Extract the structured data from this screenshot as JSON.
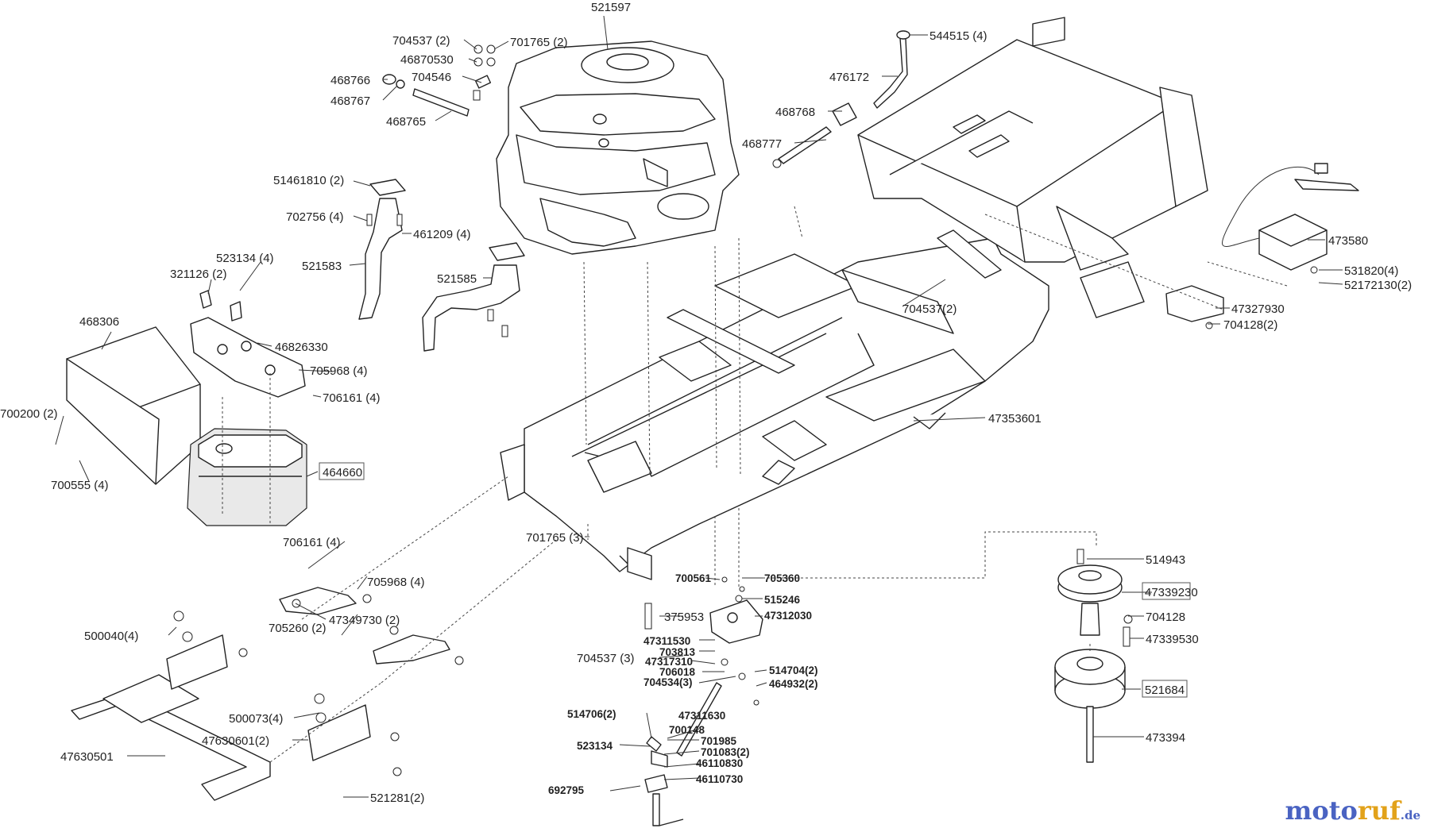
{
  "labels": {
    "l521597": "521597",
    "l704537_2a": "704537 (2)",
    "l701765_2": "701765 (2)",
    "l46870530": "46870530",
    "l704546": "704546",
    "l468766": "468766",
    "l468767": "468767",
    "l468765": "468765",
    "l544515": "544515 (4)",
    "l476172": "476172",
    "l468768": "468768",
    "l468777": "468777",
    "l51461810": "51461810 (2)",
    "l702756": "702756 (4)",
    "l461209": "461209 (4)",
    "l521583": "521583",
    "l521585": "521585",
    "l523134_4": "523134 (4)",
    "l321126": "321126 (2)",
    "l468306": "468306",
    "l46826330": "46826330",
    "l705968_4a": "705968 (4)",
    "l706161_4a": "706161 (4)",
    "l700200": "700200 (2)",
    "l464660": "464660",
    "l700555": "700555 (4)",
    "l473580": "473580",
    "l531820": "531820(4)",
    "l52172130": "52172130(2)",
    "l47327930": "47327930",
    "l704128_2": "704128(2)",
    "l704537_2b": "704537(2)",
    "l47353601": "47353601",
    "l701765_3": "701765 (3)",
    "l706161_4b": "706161 (4)",
    "l705968_4b": "705968 (4)",
    "l705260": "705260 (2)",
    "l47349730": "47349730 (2)",
    "l500040": "500040(4)",
    "l500073": "500073(4)",
    "l47630601": "47630601(2)",
    "l47630501": "47630501",
    "l521281": "521281(2)",
    "l700561": "700561",
    "l705360": "705360",
    "l515246": "515246",
    "l375953": "375953",
    "l47312030": "47312030",
    "l47311530": "47311530",
    "l703813": "703813",
    "l47317310": "47317310",
    "l704537_3": "704537 (3)",
    "l706018": "706018",
    "l704534": "704534(3)",
    "l514704": "514704(2)",
    "l464932": "464932(2)",
    "l514706": "514706(2)",
    "l47311630": "47311630",
    "l700148": "700148",
    "l523134": "523134",
    "l701985": "701985",
    "l701083": "701083(2)",
    "l46110830": "46110830",
    "l692795": "692795",
    "l46110730": "46110730",
    "l514943": "514943",
    "l47339230": "47339230",
    "l704128": "704128",
    "l47339530": "47339530",
    "l521684": "521684",
    "l473394": "473394"
  },
  "watermark": {
    "part1": "moto",
    "part2": "ruf",
    "part3": ".de"
  },
  "colors": {
    "ink": "#222222",
    "watermark_blue": "#4a63c2",
    "watermark_orange": "#e2a21a"
  }
}
